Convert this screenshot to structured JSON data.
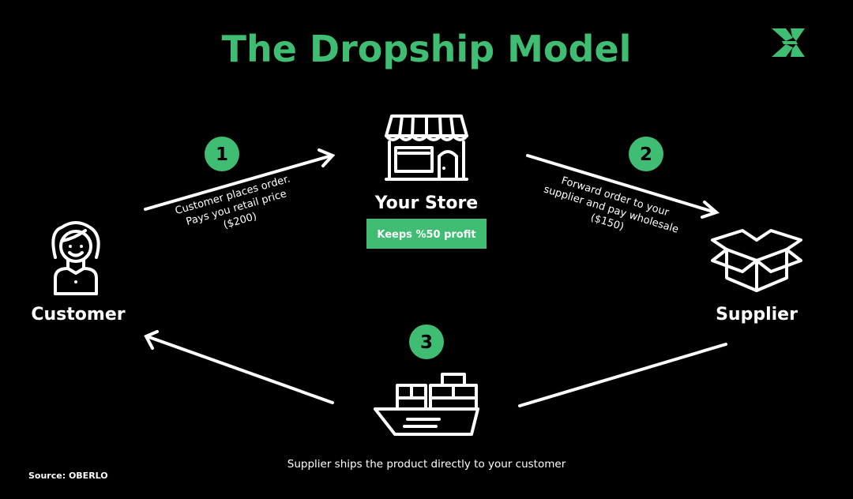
{
  "title": "The Dropship Model",
  "colors": {
    "background": "#000000",
    "accent": "#3fbd72",
    "text": "#ffffff"
  },
  "nodes": {
    "customer": {
      "label": "Customer",
      "icon": "customer-icon"
    },
    "store": {
      "label": "Your Store",
      "icon": "storefront-icon",
      "badge": "Keeps %50 profit"
    },
    "supplier": {
      "label": "Supplier",
      "icon": "box-icon"
    },
    "ship": {
      "icon": "ship-icon"
    }
  },
  "steps": [
    {
      "number": "1",
      "text": [
        "Customer places order.",
        "Pays you retail price",
        "($200)"
      ]
    },
    {
      "number": "2",
      "text": [
        "Forward order to your",
        "supplier and pay wholesale",
        "($150)"
      ]
    },
    {
      "number": "3",
      "text": [
        "Supplier ships the product directly to your customer"
      ]
    }
  ],
  "source": "Source: OBERLO",
  "logo": {
    "icon": "brand-logo-icon"
  }
}
